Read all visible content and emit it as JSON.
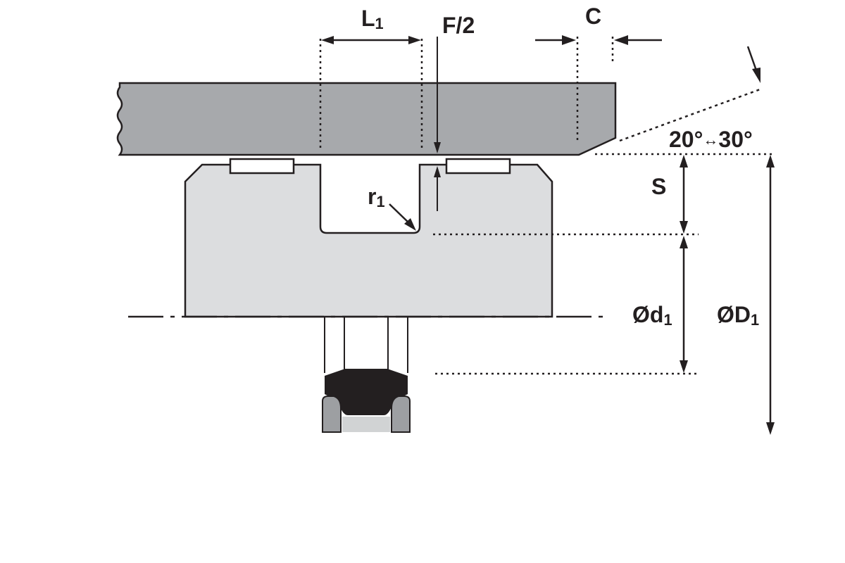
{
  "diagram": {
    "type": "piston seal installation / groove dimension drawing",
    "colors": {
      "cylinder_wall": "#a7a9ac",
      "piston_body": "#dcdddf",
      "seal_profile": "#231f20",
      "backup_rings": "#9d9fa2",
      "line": "#231f20",
      "background": "#ffffff"
    },
    "labels": {
      "L1": {
        "base": "L",
        "sub": "1"
      },
      "F2": "F/2",
      "C": "C",
      "angle_from": "20°",
      "angle_arrow": "↔",
      "angle_to": "30°",
      "S": "S",
      "r1": {
        "base": "r",
        "sub": "1"
      },
      "d1": {
        "prefix": "Ø",
        "base": "d",
        "sub": "1"
      },
      "D1": {
        "prefix": "Ø",
        "base": "D",
        "sub": "1"
      }
    },
    "components": [
      "cylinder-bore",
      "piston",
      "guide-ring-left",
      "guide-ring-right",
      "seal-groove",
      "seal-profile",
      "centerline"
    ]
  }
}
